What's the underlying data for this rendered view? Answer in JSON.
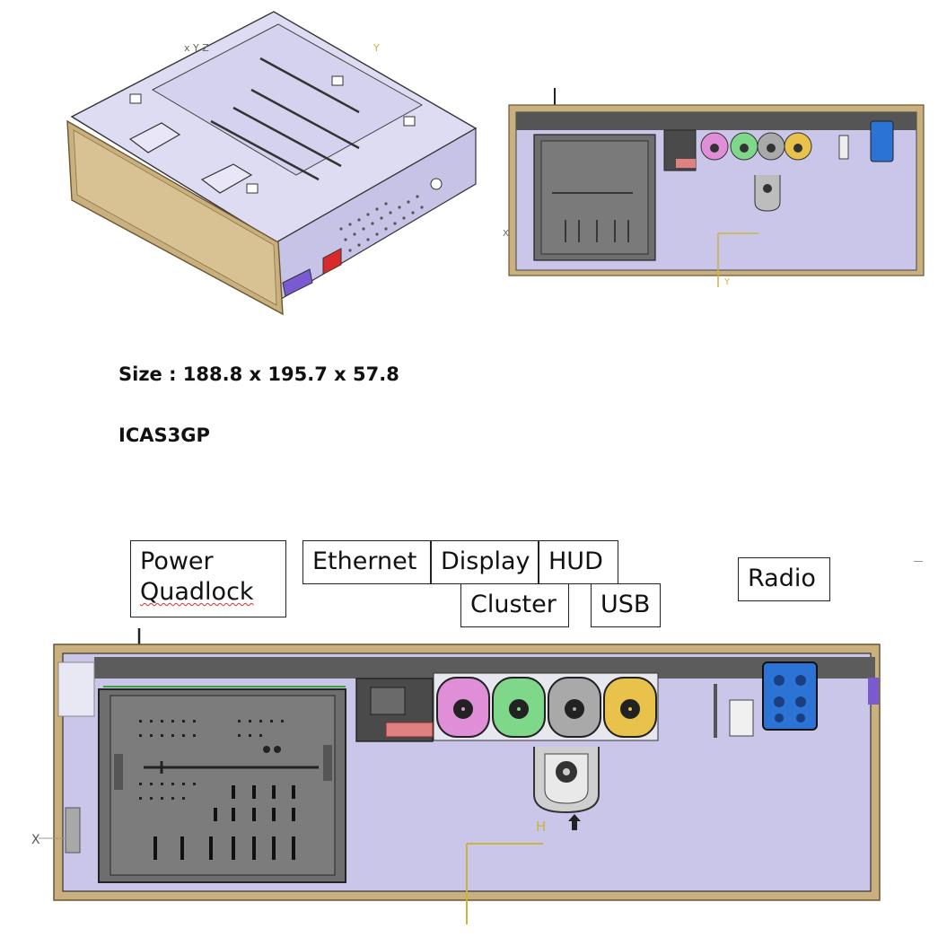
{
  "specs": {
    "size_line": "Size : 188.8 x 195.7 x 57.8",
    "model": "ICAS3GP"
  },
  "callouts": {
    "power_line1": "Power",
    "power_line2": "Quadlock",
    "ethernet": "Ethernet",
    "display": "Display",
    "hud": "HUD",
    "cluster": "Cluster",
    "usb": "USB",
    "radio": "Radio"
  },
  "axis_labels": {
    "iso_axes": "x Y Z",
    "iso_y": "Y",
    "front_x": "X",
    "front_y": "Y",
    "big_x": "X",
    "big_h": "H"
  },
  "colors": {
    "housing_fill": "#c9c6ea",
    "bezel_tan": "#c9b07e",
    "bezel_dark": "#8a7448",
    "quadlock_grey": "#6e6e6e",
    "fakra_pink": "#e08ed8",
    "fakra_green": "#7fd88a",
    "fakra_grey": "#a9a9a9",
    "fakra_yellow": "#e8c24a",
    "radio_blue": "#2c73d6",
    "ethernet_dark": "#4a4a4a",
    "red_plug": "#d82a2a",
    "purple_plug": "#7a5ad0"
  },
  "icons": [
    "fakra-connector-icon",
    "quadlock-connector-icon",
    "radio-connector-icon",
    "ethernet-connector-icon",
    "usb-connector-icon"
  ]
}
